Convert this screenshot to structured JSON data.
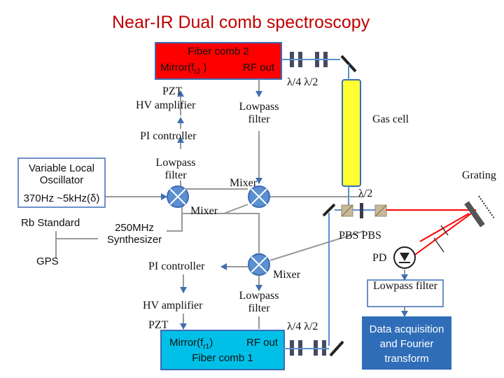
{
  "title": "Near-IR Dual comb spectroscopy",
  "colors": {
    "title": "#c00000",
    "fiber_comb_2": "#ff0000",
    "fiber_comb_1": "#00c0e8",
    "gas_cell": "#ffff33",
    "pipe": "#5b8fd0",
    "arrow": "#3f6fb0",
    "mixer": "#5b8fd0",
    "laser_beam": "#ff0000",
    "footer_box": "#2f6db8"
  },
  "fiber_comb_2": {
    "line1": "Fiber comb 2",
    "mirror": "Mirror(f",
    "mirror_sub": "r2",
    "mirror_close": " )",
    "rf_out": "RF out"
  },
  "fiber_comb_1": {
    "mirror": "Mirror(f",
    "mirror_sub": "r1",
    "mirror_close": ")",
    "rf_out": "RF out",
    "line2": "Fiber comb 1"
  },
  "top_chain": {
    "pzt": "PZT",
    "hv_amplifier": "HV amplifier",
    "pi_controller": "PI controller",
    "lowpass_filter_left": "Lowpass filter",
    "lowpass_filter_mid": "Lowpass filter",
    "mixer_mid": "Mixer",
    "mixer_left": "Mixer"
  },
  "bottom_chain": {
    "pi_controller": "PI controller",
    "hv_amplifier": "HV amplifier",
    "pzt": "PZT",
    "lowpass_filter": "Lowpass filter",
    "mixer": "Mixer"
  },
  "references": {
    "variable_local_oscillator": "Variable Local Oscillator",
    "vlo_range": "370Hz ~5kHz(δ)",
    "rb_standard": "Rb Standard",
    "gps": "GPS",
    "synthesizer": "250MHz Synthesizer"
  },
  "optics": {
    "waveplates_top": "λ/4  λ/2",
    "waveplates_bottom": "λ/4 λ/2",
    "half_wave": "λ/2",
    "gas_cell": "Gas cell",
    "grating": "Grating",
    "pbs": "PBS  PBS",
    "pd": "PD"
  },
  "detection": {
    "lowpass_filter": "Lowpass filter",
    "daq": "Data acquisition and Fourier transform"
  }
}
